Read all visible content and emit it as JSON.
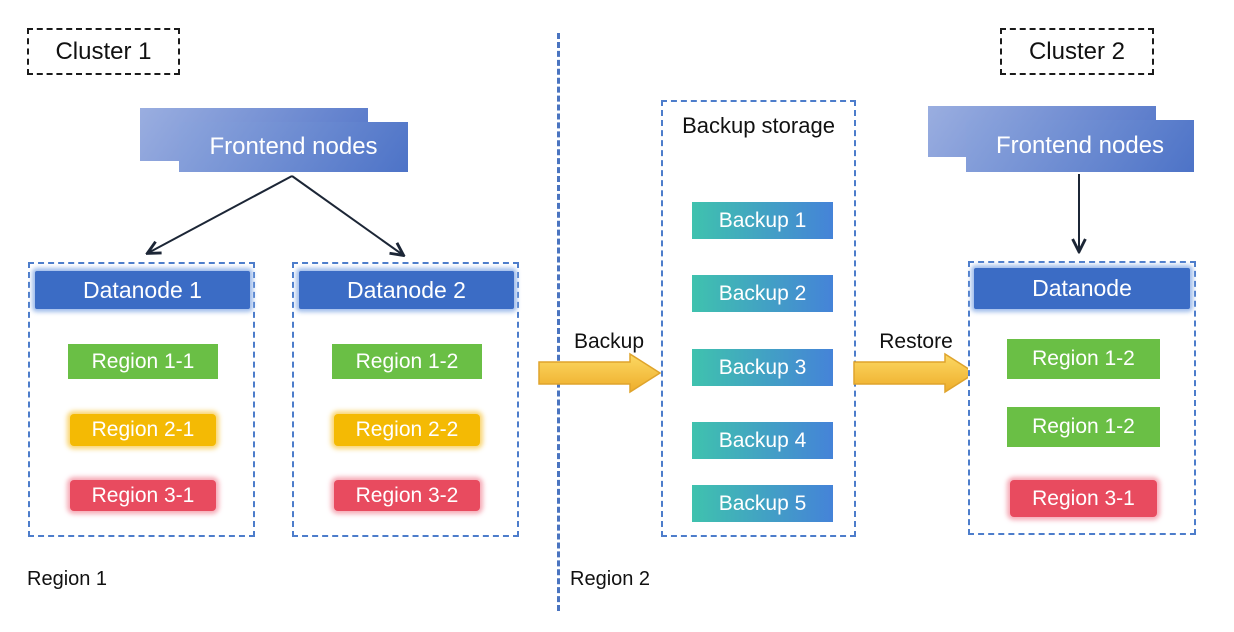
{
  "cluster1": {
    "label": "Cluster 1",
    "frontend_label": "Frontend nodes",
    "datanode1": {
      "title": "Datanode 1",
      "regions": [
        {
          "label": "Region 1-1",
          "color": "green"
        },
        {
          "label": "Region 2-1",
          "color": "yellow"
        },
        {
          "label": "Region 3-1",
          "color": "red"
        }
      ]
    },
    "datanode2": {
      "title": "Datanode 2",
      "regions": [
        {
          "label": "Region 1-2",
          "color": "green"
        },
        {
          "label": "Region 2-2",
          "color": "yellow"
        },
        {
          "label": "Region 3-2",
          "color": "red"
        }
      ]
    }
  },
  "backup_flow": {
    "backup_label": "Backup",
    "restore_label": "Restore",
    "storage": {
      "title": "Backup storage",
      "items": [
        "Backup 1",
        "Backup 2",
        "Backup 3",
        "Backup 4",
        "Backup 5"
      ]
    }
  },
  "cluster2": {
    "label": "Cluster 2",
    "frontend_label": "Frontend nodes",
    "datanode": {
      "title": "Datanode",
      "regions": [
        {
          "label": "Region 1-2",
          "color": "green"
        },
        {
          "label": "Region 1-2",
          "color": "green"
        },
        {
          "label": "Region 3-1",
          "color": "red"
        }
      ]
    }
  },
  "footer": {
    "region1": "Region 1",
    "region2": "Region 2"
  },
  "colors": {
    "region_green": "#6abf45",
    "region_yellow": "#f4ba04",
    "region_red": "#e84b5f",
    "datanode_header_blue": "#3b6cc5",
    "frontend_gradient_start": "#8ca4dc",
    "frontend_gradient_end": "#4d73c7",
    "backup_gradient_start": "#3fc2ae",
    "backup_gradient_end": "#4583d8",
    "dashed_container_blue": "#4d7dcb",
    "divider_blue": "#4a74c0",
    "flow_arrow_yellow_light": "#fcd964",
    "flow_arrow_yellow_dark": "#eead2a"
  }
}
